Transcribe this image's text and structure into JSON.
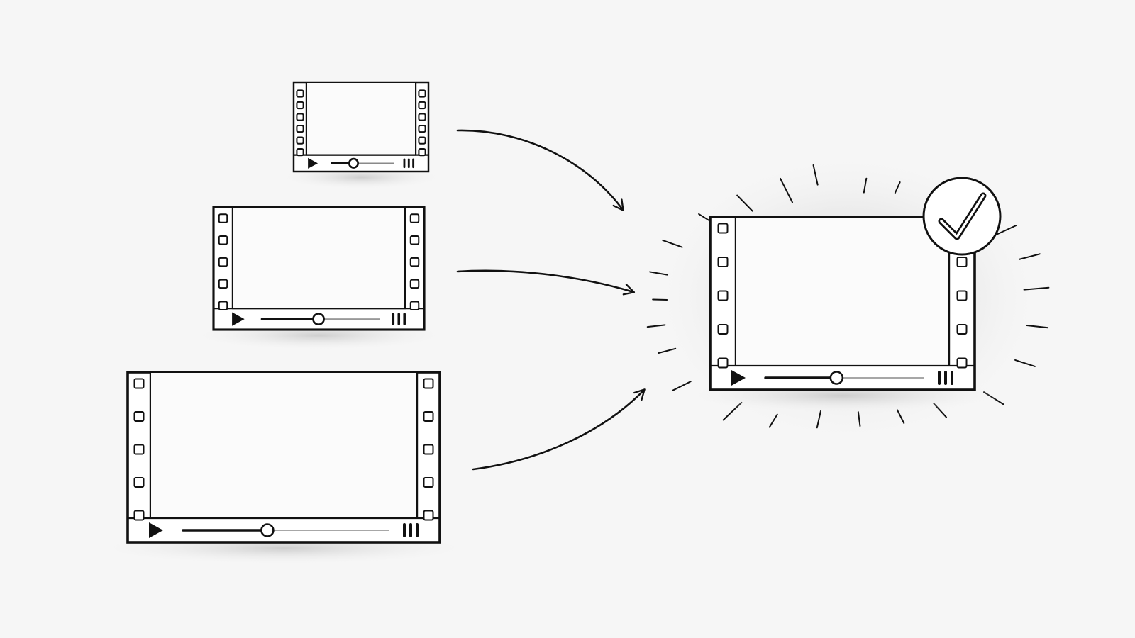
{
  "colors": {
    "background": "#f6f6f6",
    "ink": "#111111",
    "shadow": "#cfcfcf",
    "glow": "#e2e2e2",
    "track": "#8a8a8a"
  },
  "sources": [
    {
      "id": "source-video-small",
      "progress": 0.35
    },
    {
      "id": "source-video-medium",
      "progress": 0.48
    },
    {
      "id": "source-video-large",
      "progress": 0.41
    }
  ],
  "target": {
    "id": "target-video",
    "progress": 0.45,
    "badge_icon": "checkmark-icon"
  },
  "icons": {
    "play": "play-icon",
    "volume": "volume-bars-icon",
    "scrubber": "scrubber-knob",
    "sprocket": "film-sprocket"
  }
}
